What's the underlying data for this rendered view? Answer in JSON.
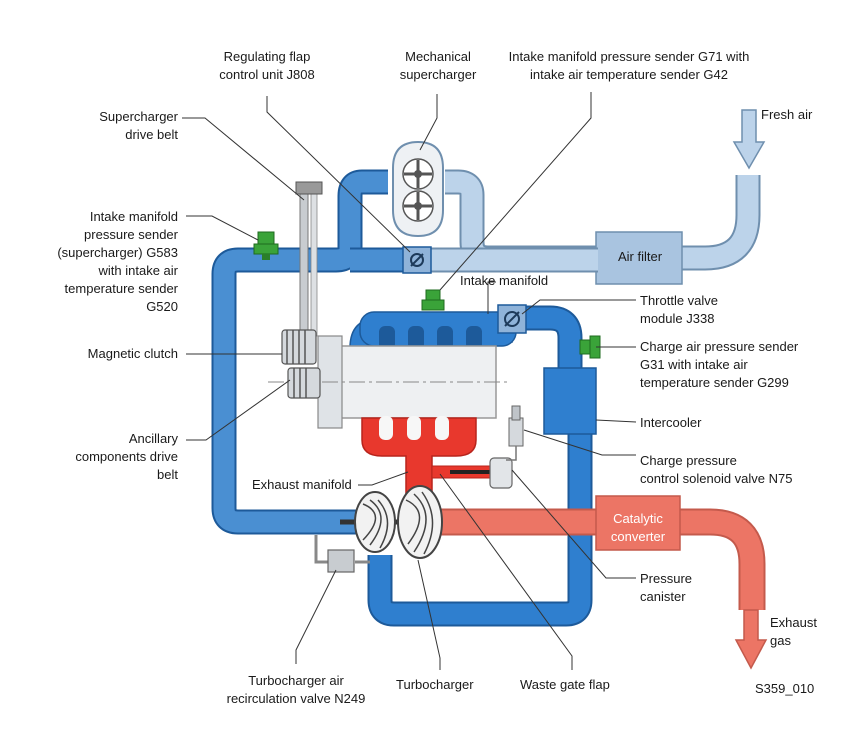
{
  "labels": {
    "regulating_flap": "Regulating flap\ncontrol unit J808",
    "mechanical_supercharger": "Mechanical\nsupercharger",
    "intake_pressure_g71": "Intake manifold pressure sender G71 with\nintake air temperature sender G42",
    "fresh_air": "Fresh air",
    "supercharger_drive_belt": "Supercharger\ndrive belt",
    "intake_pressure_g583": "Intake manifold\npressure sender\n(supercharger) G583\nwith intake air\ntemperature sender\nG520",
    "air_filter": "Air filter",
    "intake_manifold": "Intake manifold",
    "throttle_valve": "Throttle valve\nmodule J338",
    "magnetic_clutch": "Magnetic clutch",
    "charge_air_pressure": "Charge air pressure sender\nG31 with intake air\ntemperature sender G299",
    "intercooler": "Intercooler",
    "ancillary_belt": "Ancillary\ncomponents drive\nbelt",
    "charge_pressure_valve": "Charge pressure\ncontrol solenoid valve N75",
    "exhaust_manifold": "Exhaust manifold",
    "catalytic_converter": "Catalytic\nconverter",
    "pressure_canister": "Pressure\ncanister",
    "exhaust_gas": "Exhaust\ngas",
    "recirc_valve": "Turbocharger air\nrecirculation valve N249",
    "turbocharger": "Turbocharger",
    "waste_gate": "Waste gate flap",
    "figure_code": "S359_010"
  },
  "colors": {
    "intake_blue": "#2f7fcf",
    "intake_dark": "#1f5fa8",
    "light_blue": "#aac8e6",
    "exhaust_red": "#e8382d",
    "exhaust_salmon": "#ec7565",
    "engine_grey": "#e9ecef",
    "sensor_green": "#3aa339",
    "leader": "#333333"
  }
}
